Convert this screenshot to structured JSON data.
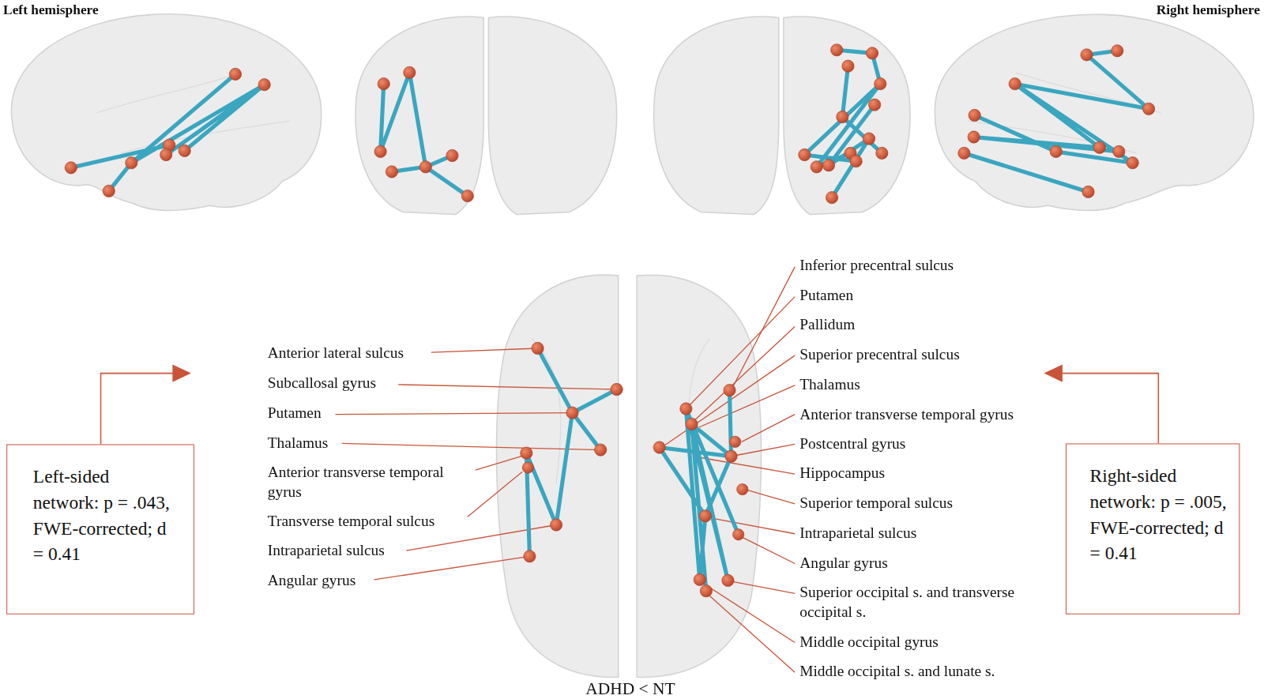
{
  "diagram": {
    "caption": "ADHD < NT",
    "nodes": [
      {
        "text": [
          "Left-sided network: p = .043, FWE-corrected; d = 0.41"
        ]
      },
      {
        "text": [
          "Right-sided network: p = .005, FWE-corrected; d = 0.41"
        ]
      }
    ],
    "labels": [
      "Left hemisphere",
      "Right hemisphere",
      "Anterior lateral sulcus",
      "Subcallosal gyrus",
      "Putamen",
      "Thalamus",
      "Anterior transverse temporal gyrus",
      "Transverse temporal sulcus",
      "Intraparietal sulcus",
      "Angular gyrus",
      "Inferior precentral sulcus",
      "Putamen",
      "Pallidum",
      "Superior precentral sulcus",
      "Thalamus",
      "Anterior transverse temporal gyrus",
      "Postcentral gyrus",
      "Hippocampus",
      "Superior temporal sulcus",
      "Intraparietal sulcus",
      "Angular gyrus",
      "Superior occipital s. and transverse occipital s.",
      "Middle occipital gyrus",
      "Middle occipital s. and lunate s."
    ]
  }
}
